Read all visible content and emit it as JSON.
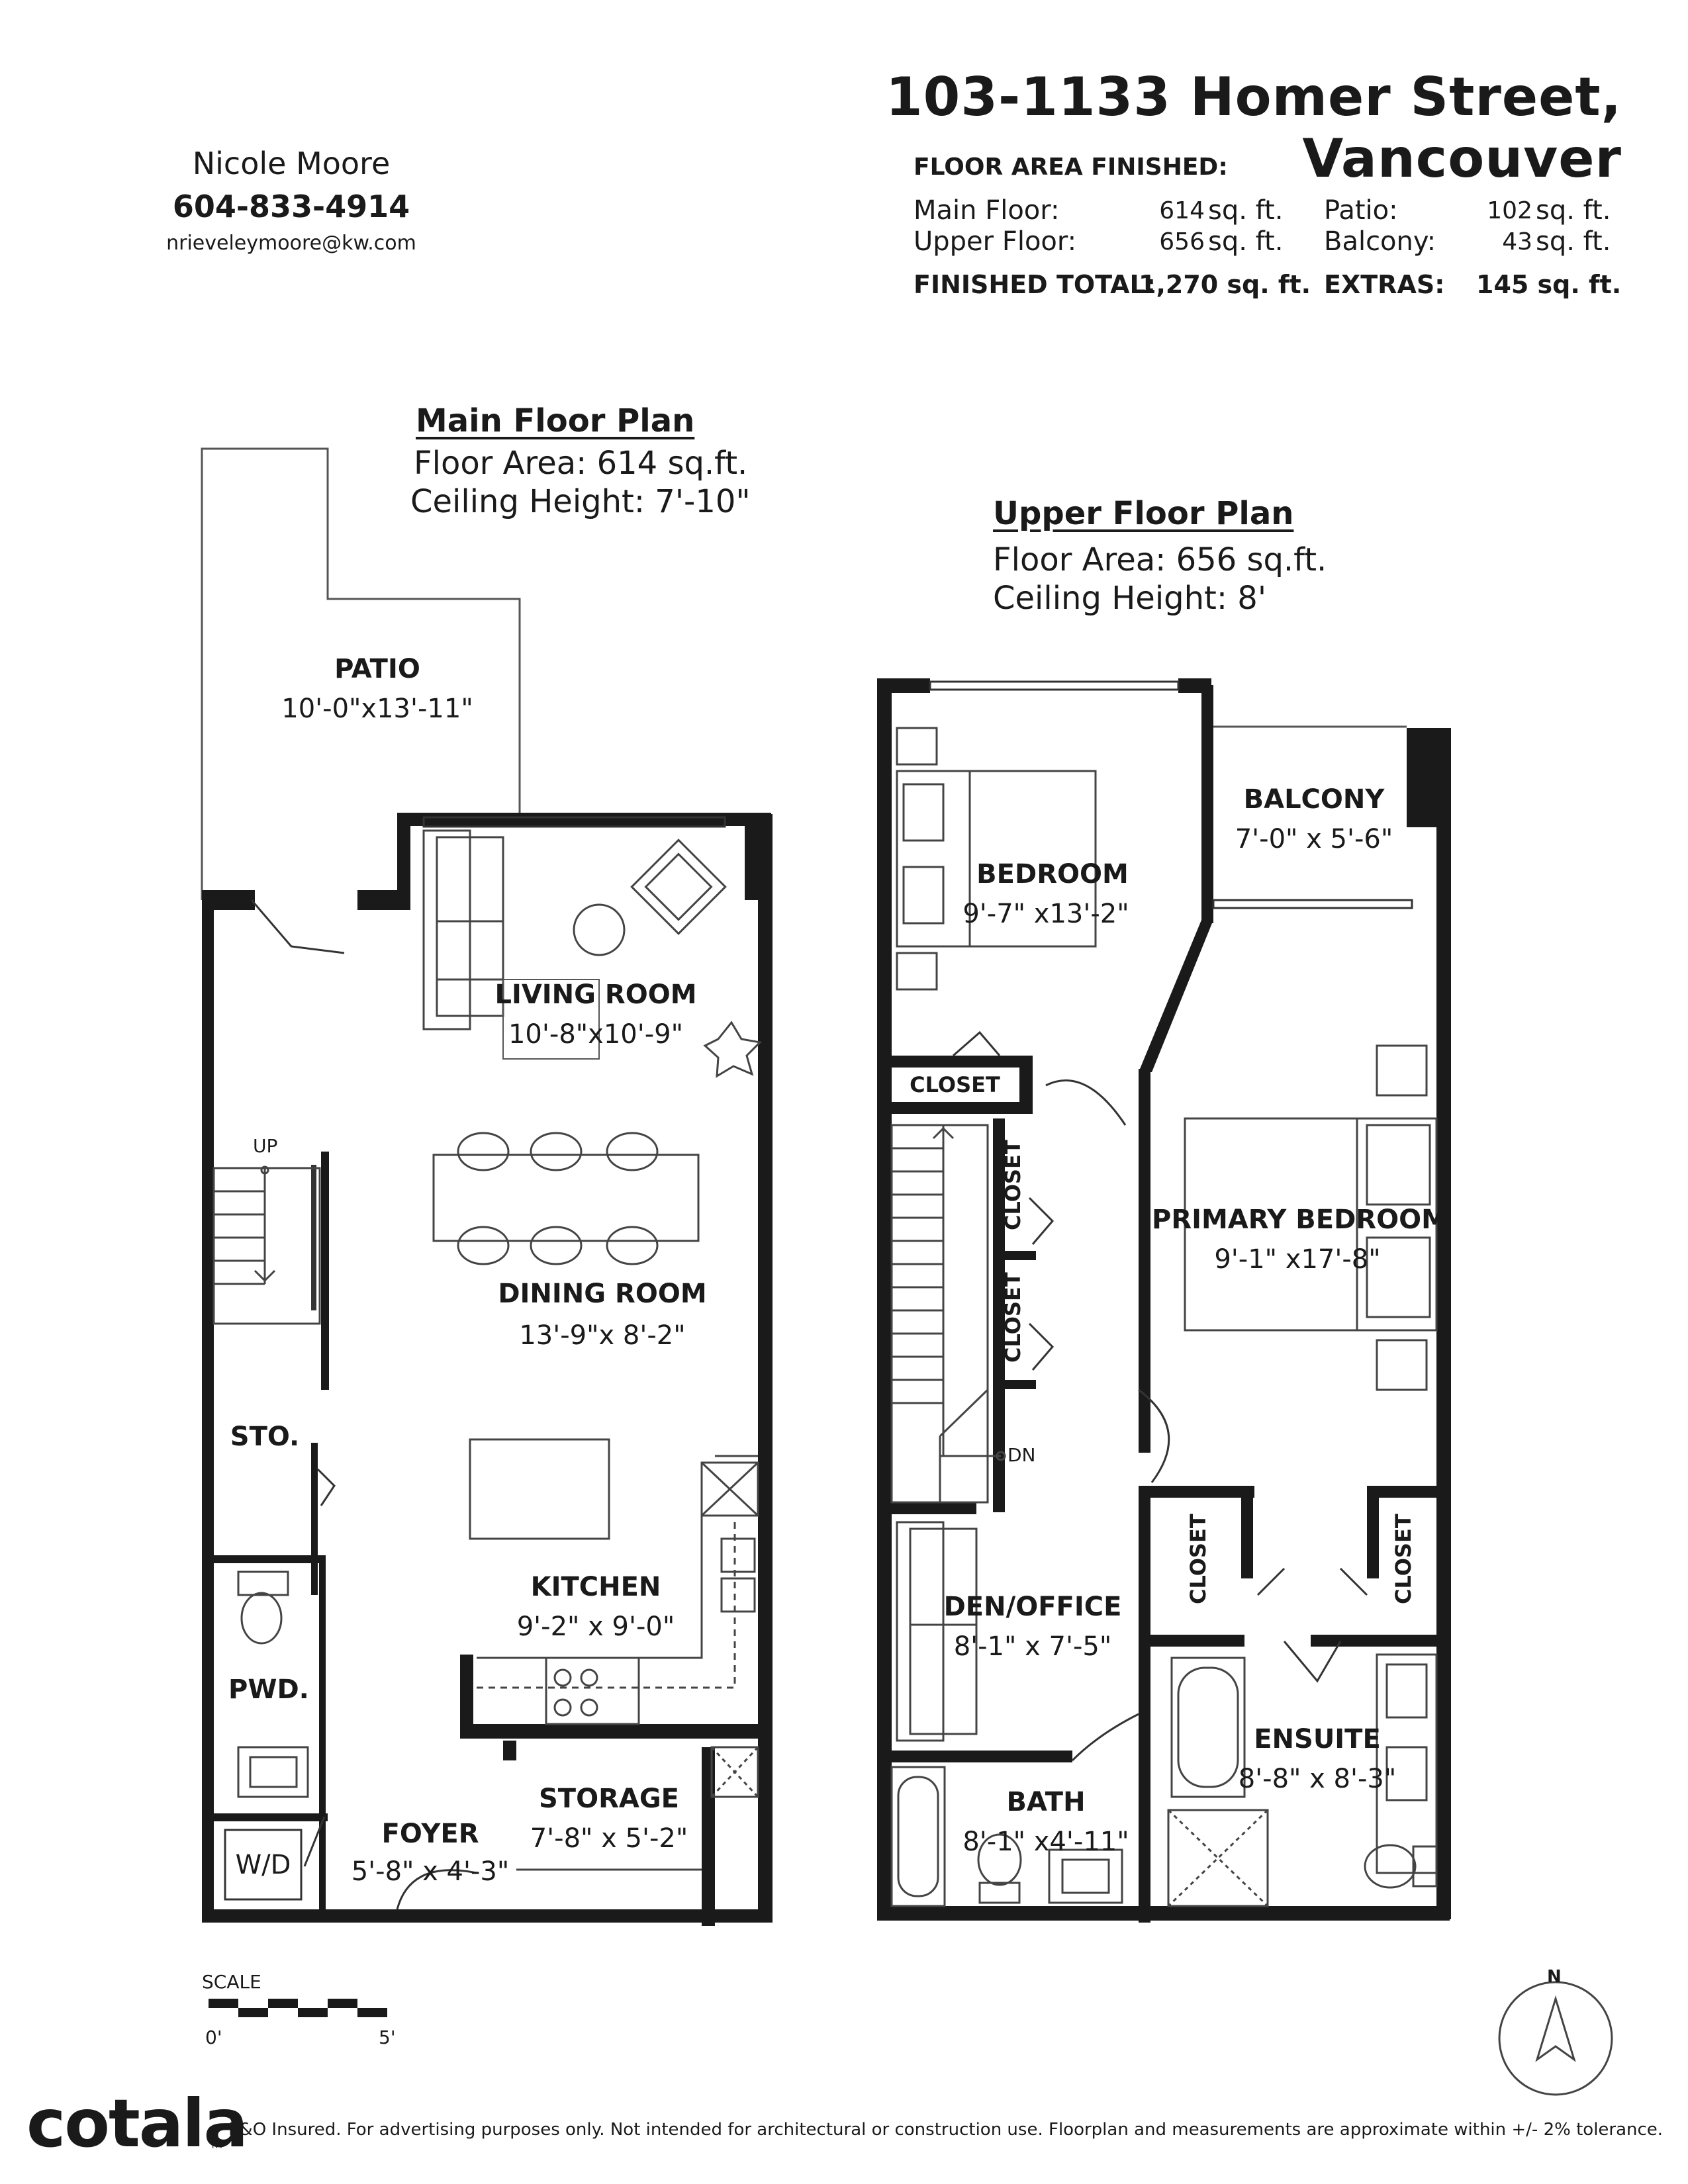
{
  "header": {
    "title": "103-1133 Homer Street, Vancouver"
  },
  "agent": {
    "name": "Nicole Moore",
    "phone": "604-833-4914",
    "email": "nrieveleymoore@kw.com"
  },
  "floor_area": {
    "heading": "FLOOR AREA FINISHED:",
    "main_label": "Main Floor:",
    "main_value": "614",
    "upper_label": "Upper Floor:",
    "upper_value": "656",
    "patio_label": "Patio:",
    "patio_value": "102",
    "balcony_label": "Balcony:",
    "balcony_value": "43",
    "unit": "sq. ft.",
    "finished_total_label": "FINISHED TOTAL:",
    "finished_total_value": "1,270 sq. ft.",
    "extras_label": "EXTRAS:",
    "extras_value": "145 sq. ft."
  },
  "main_plan": {
    "title": "Main Floor Plan",
    "area": "Floor Area: 614 sq.ft.",
    "ceiling": "Ceiling Height: 7'-10\"",
    "rooms": {
      "patio": {
        "name": "PATIO",
        "dim": "10'-0\"x13'-11\""
      },
      "living": {
        "name": "LIVING ROOM",
        "dim": "10'-8\"x10'-9\""
      },
      "dining": {
        "name": "DINING ROOM",
        "dim": "13'-9\"x 8'-2\""
      },
      "kitchen": {
        "name": "KITCHEN",
        "dim": "9'-2\" x 9'-0\""
      },
      "sto": {
        "name": "STO."
      },
      "pwd": {
        "name": "PWD."
      },
      "wd": {
        "name": "W/D"
      },
      "foyer": {
        "name": "FOYER",
        "dim": "5'-8\" x 4'-3\""
      },
      "storage": {
        "name": "STORAGE",
        "dim": "7'-8\" x 5'-2\""
      }
    },
    "up_label": "UP"
  },
  "upper_plan": {
    "title": "Upper Floor Plan",
    "area": "Floor Area: 656 sq.ft.",
    "ceiling": "Ceiling Height: 8'",
    "rooms": {
      "bedroom": {
        "name": "BEDROOM",
        "dim": "9'-7\" x13'-2\""
      },
      "balcony": {
        "name": "BALCONY",
        "dim": "7'-0\" x 5'-6\""
      },
      "closet1": {
        "name": "CLOSET"
      },
      "closet2": {
        "name": "CLOSET"
      },
      "closet3": {
        "name": "CLOSET"
      },
      "closet4": {
        "name": "CLOSET"
      },
      "closet5": {
        "name": "CLOSET"
      },
      "primary": {
        "name": "PRIMARY BEDROOM",
        "dim": "9'-1\" x17'-8\""
      },
      "den": {
        "name": "DEN/OFFICE",
        "dim": "8'-1\" x 7'-5\""
      },
      "ensuite": {
        "name": "ENSUITE",
        "dim": "8'-8\" x 8'-3\""
      },
      "bath": {
        "name": "BATH",
        "dim": "8'-1\" x4'-11\""
      }
    },
    "dn_label": "DN"
  },
  "scale": {
    "label": "SCALE",
    "start": "0'",
    "end": "5'"
  },
  "compass": {
    "label": "N"
  },
  "footer": {
    "logo": "cotala",
    "tm": "TM",
    "disclaimer": "E&O Insured. For advertising purposes only. Not intended for architectural or construction use. Floorplan and measurements are approximate within +/- 2% tolerance."
  }
}
